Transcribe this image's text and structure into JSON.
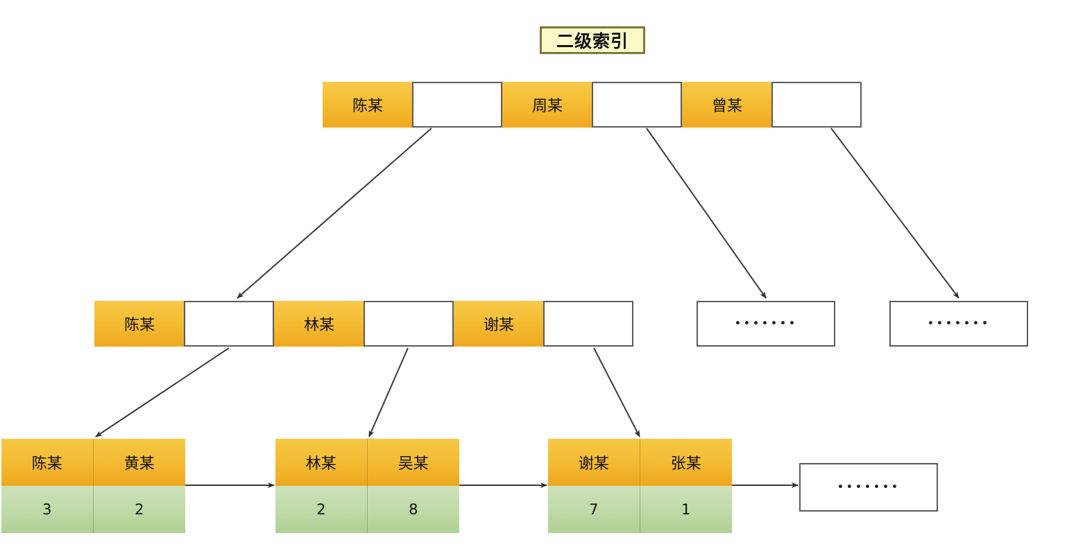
{
  "title": {
    "label": "二级索引"
  },
  "colors": {
    "key_cell_fill": "#f4bb33",
    "value_cell_fill": "#bedaa6",
    "pointer_cell_fill": "#ffffff",
    "border": "#5a5a5a",
    "title_fill": "#fafac8",
    "title_border": "#7a7a3c",
    "connector": "#3a3a3a"
  },
  "root_node": {
    "name": "root-index-node",
    "cells": [
      {
        "type": "key",
        "label": "陈某"
      },
      {
        "type": "pointer",
        "label": ""
      },
      {
        "type": "key",
        "label": "周某"
      },
      {
        "type": "pointer",
        "label": ""
      },
      {
        "type": "key",
        "label": "曾某"
      },
      {
        "type": "pointer",
        "label": ""
      }
    ]
  },
  "middle_level": {
    "index_node": {
      "name": "middle-index-node",
      "cells": [
        {
          "type": "key",
          "label": "陈某"
        },
        {
          "type": "pointer",
          "label": ""
        },
        {
          "type": "key",
          "label": "林某"
        },
        {
          "type": "pointer",
          "label": ""
        },
        {
          "type": "key",
          "label": "谢某"
        },
        {
          "type": "pointer",
          "label": ""
        }
      ]
    },
    "ellipsis_boxes": [
      {
        "name": "middle-ellipsis-box-1",
        "label": "•••••••"
      },
      {
        "name": "middle-ellipsis-box-2",
        "label": "•••••••"
      }
    ]
  },
  "leaf_level": {
    "leaves": [
      {
        "name": "leaf-node-1",
        "keys": [
          "陈某",
          "黄某"
        ],
        "values": [
          "3",
          "2"
        ]
      },
      {
        "name": "leaf-node-2",
        "keys": [
          "林某",
          "吴某"
        ],
        "values": [
          "2",
          "8"
        ]
      },
      {
        "name": "leaf-node-3",
        "keys": [
          "谢某",
          "张某"
        ],
        "values": [
          "7",
          "1"
        ]
      }
    ],
    "ellipsis_box": {
      "name": "leaf-ellipsis-box",
      "label": "•••••••"
    }
  }
}
